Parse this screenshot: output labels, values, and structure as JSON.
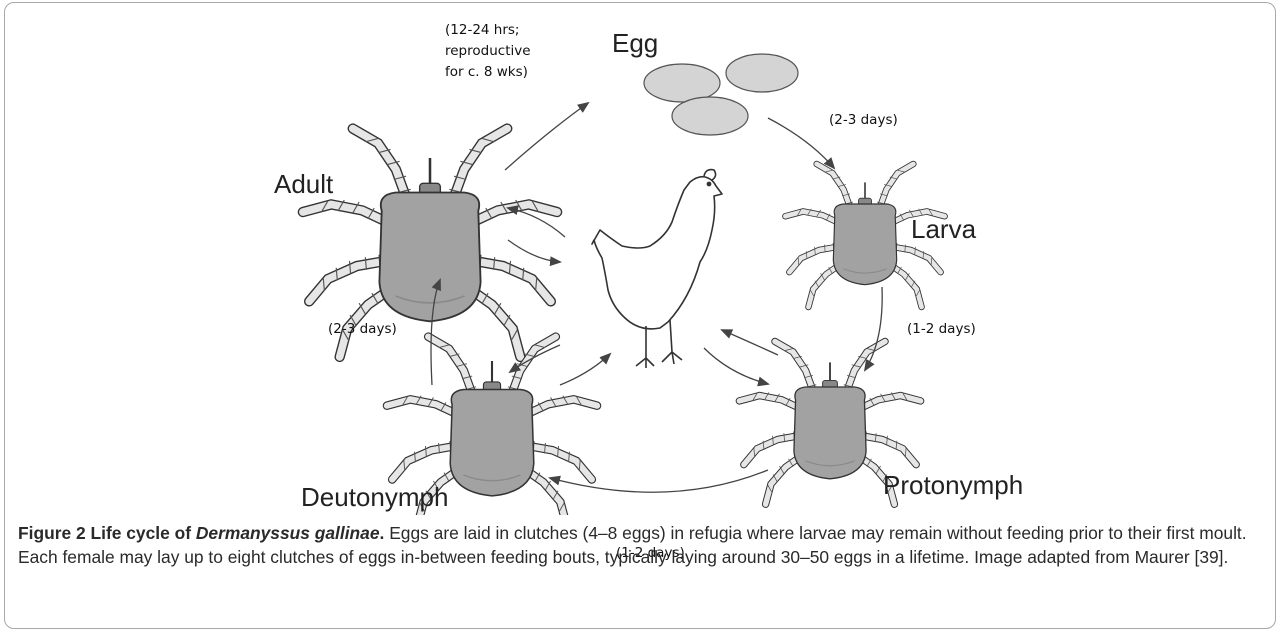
{
  "stages": {
    "egg": "Egg",
    "larva": "Larva",
    "protonymph": "Protonymph",
    "deutonymph": "Deutonymph",
    "adult": "Adult"
  },
  "durations": {
    "adult_to_egg_line1": "(12-24 hrs;",
    "adult_to_egg_line2": "reproductive",
    "adult_to_egg_line3": "for c. 8 wks)",
    "egg_to_larva": "(2-3 days)",
    "larva_to_protonymph": "(1-2 days)",
    "protonymph_to_deutonymph": "(1-2 days)",
    "deutonymph_to_adult": "(2-3 days)"
  },
  "caption": {
    "figure_number": "Figure 2",
    "title_prefix": "Life cycle of",
    "species": "Dermanyssus gallinae",
    "title_end": ".",
    "body": "Eggs are laid in clutches (4–8 eggs) in refugia where larvae may remain without feeding prior to their first moult. Each female may lay up to eight clutches of eggs in-between feeding bouts, typically laying around 30–50 eggs in a lifetime. Image adapted from Maurer [39]."
  },
  "colors": {
    "mite_body": "#a2a2a2",
    "mite_outline": "#333333",
    "egg_fill": "#d4d4d4",
    "arrow": "#444444",
    "frame_border": "#a8a8a8"
  },
  "icons": [
    "mite-icon",
    "egg-icon",
    "hen-icon",
    "arrow-icon"
  ]
}
